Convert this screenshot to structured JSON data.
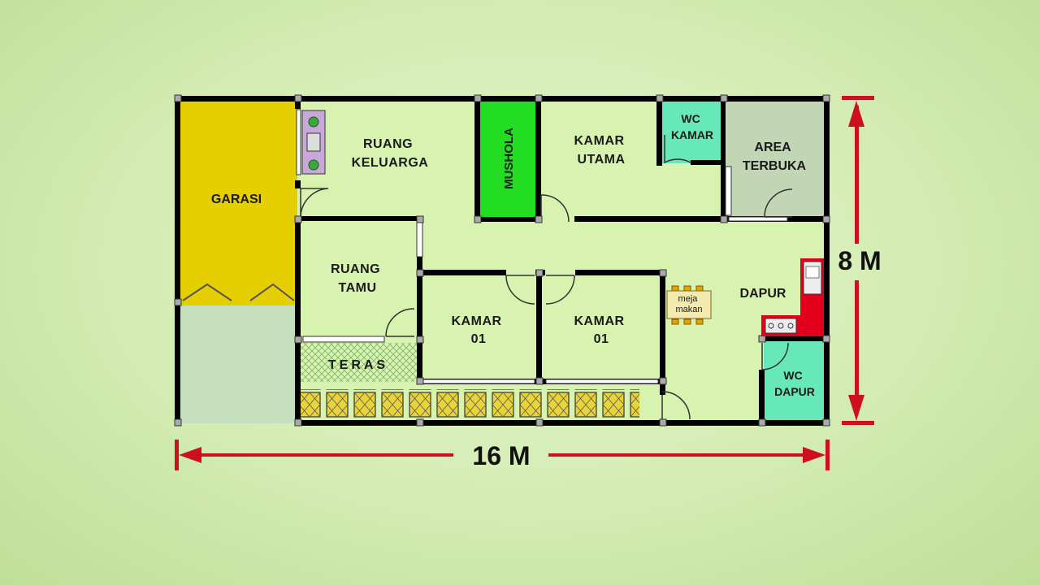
{
  "floor_plan": {
    "rooms": {
      "garasi": "GARASI",
      "ruang_keluarga": [
        "RUANG",
        "KELUARGA"
      ],
      "mushola": "MUSHOLA",
      "kamar_utama": [
        "KAMAR",
        "UTAMA"
      ],
      "wc_kamar": [
        "WC",
        "KAMAR"
      ],
      "area_terbuka": [
        "AREA",
        "TERBUKA"
      ],
      "ruang_tamu": [
        "RUANG",
        "TAMU"
      ],
      "teras": "TERAS",
      "kamar_a": [
        "KAMAR",
        "01"
      ],
      "kamar_b": [
        "KAMAR",
        "01"
      ],
      "dapur": "DAPUR",
      "meja_makan": [
        "meja",
        "makan"
      ],
      "wc_dapur": [
        "WC",
        "DAPUR"
      ]
    },
    "dimensions": {
      "width": "16 M",
      "height": "8 M"
    },
    "colors": {
      "wall": "#000000",
      "floor": "#d8f3b0",
      "garasi": "#e6cf00",
      "garasi_lower": "#c6e0bd",
      "mushola": "#22dd22",
      "wc": "#66e8b8",
      "area_terbuka": "#c2d6b5",
      "dimension_line": "#cc1020",
      "kitchen_counter": "#e3001d",
      "teras_tile": "#e8d43a",
      "dining_table": "#f3eab0",
      "chair": "#e8a300"
    }
  }
}
